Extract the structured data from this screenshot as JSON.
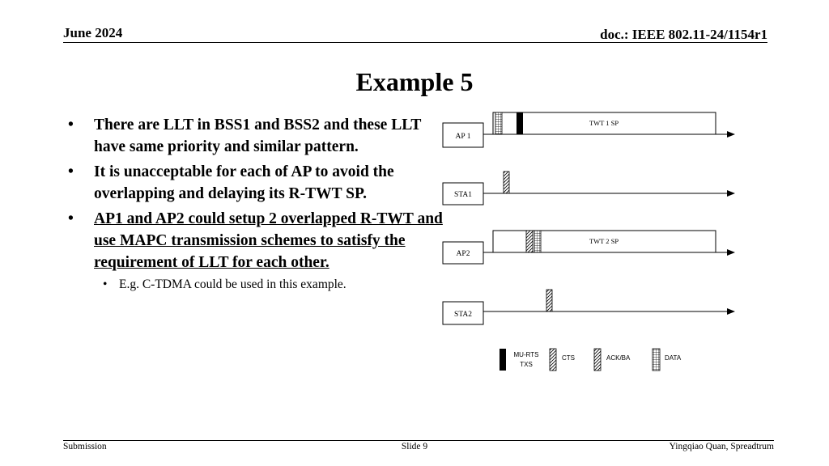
{
  "header": {
    "date": "June 2024",
    "doc": "doc.: IEEE 802.11-24/1154r1"
  },
  "title": "Example 5",
  "bullets": [
    {
      "marker": "•",
      "text": "There are LLT in BSS1 and BSS2 and these LLT have same priority and similar pattern."
    },
    {
      "marker": "•",
      "text": "It is unacceptable for each of AP to avoid the overlapping and delaying its R-TWT SP."
    },
    {
      "marker": "•",
      "text": "AP1 and AP2 could setup 2 overlapped R-TWT and use MAPC transmission schemes to satisfy the requirement of LLT for each other."
    }
  ],
  "sub_bullet": {
    "marker": "•",
    "text": "E.g. C-TDMA could be used in this example."
  },
  "diagram": {
    "rows": [
      {
        "label": "AP 1",
        "sp_label": "TWT 1 SP"
      },
      {
        "label": "STA1"
      },
      {
        "label": "AP2",
        "sp_label": "TWT 2 SP"
      },
      {
        "label": "STA2"
      }
    ],
    "legend": {
      "mu_rts_line1": "MU-RTS",
      "mu_rts_line2": "TXS",
      "cts": "CTS",
      "ack": "ACK/BA",
      "data": "DATA"
    }
  },
  "footer": {
    "left": "Submission",
    "center": "Slide 9",
    "right": "Yingqiao Quan, Spreadtrum"
  }
}
